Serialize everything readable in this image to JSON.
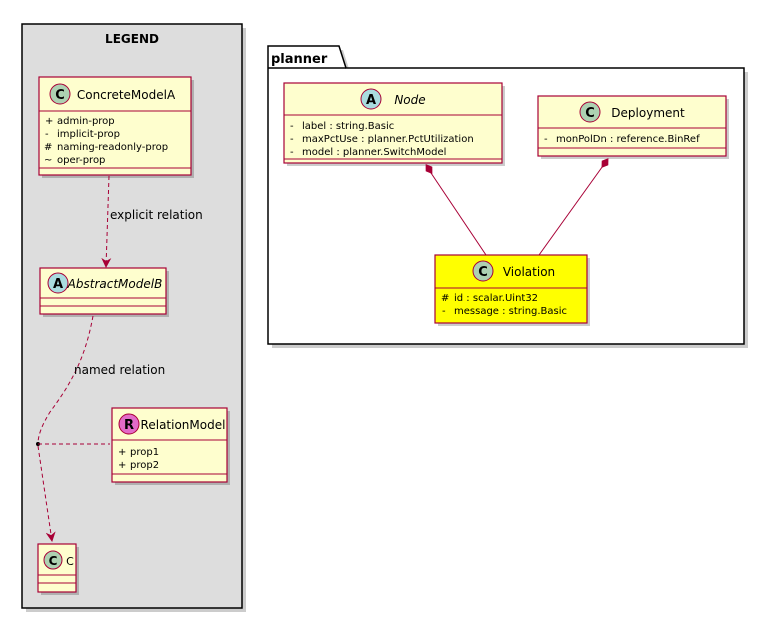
{
  "legend": {
    "title": "LEGEND",
    "concrete": {
      "stereotype": "C",
      "name": "ConcreteModelA",
      "props": [
        {
          "vis": "+",
          "name": "admin-prop"
        },
        {
          "vis": "-",
          "name": "implicit-prop"
        },
        {
          "vis": "#",
          "name": "naming-readonly-prop"
        },
        {
          "vis": "~",
          "name": "oper-prop"
        }
      ]
    },
    "abstract": {
      "stereotype": "A",
      "name": "AbstractModelB"
    },
    "relation_model": {
      "stereotype": "R",
      "name": "RelationModel",
      "props": [
        {
          "vis": "+",
          "name": "prop1"
        },
        {
          "vis": "+",
          "name": "prop2"
        }
      ]
    },
    "c": {
      "stereotype": "C",
      "name": "C"
    },
    "explicit_label": "explicit relation",
    "named_label": "named relation"
  },
  "planner": {
    "package": "planner",
    "node": {
      "stereotype": "A",
      "name": "Node",
      "props": [
        {
          "vis": "-",
          "name": "label : string.Basic"
        },
        {
          "vis": "-",
          "name": "maxPctUse : planner.PctUtilization"
        },
        {
          "vis": "-",
          "name": "model : planner.SwitchModel"
        }
      ]
    },
    "deployment": {
      "stereotype": "C",
      "name": "Deployment",
      "props": [
        {
          "vis": "-",
          "name": "monPolDn : reference.BinRef"
        }
      ]
    },
    "violation": {
      "stereotype": "C",
      "name": "Violation",
      "props": [
        {
          "vis": "#",
          "name": "id : scalar.Uint32"
        },
        {
          "vis": "-",
          "name": "message : string.Basic"
        }
      ]
    }
  },
  "colors": {
    "class_fill": "#FEFECE",
    "class_border": "#A80036",
    "highlight_fill": "#FFFF00",
    "legend_bg": "#DDDDDD",
    "badge_class": "#ADD1B2",
    "badge_abstract": "#A9DCDF",
    "badge_relation": "#E26BC8"
  }
}
